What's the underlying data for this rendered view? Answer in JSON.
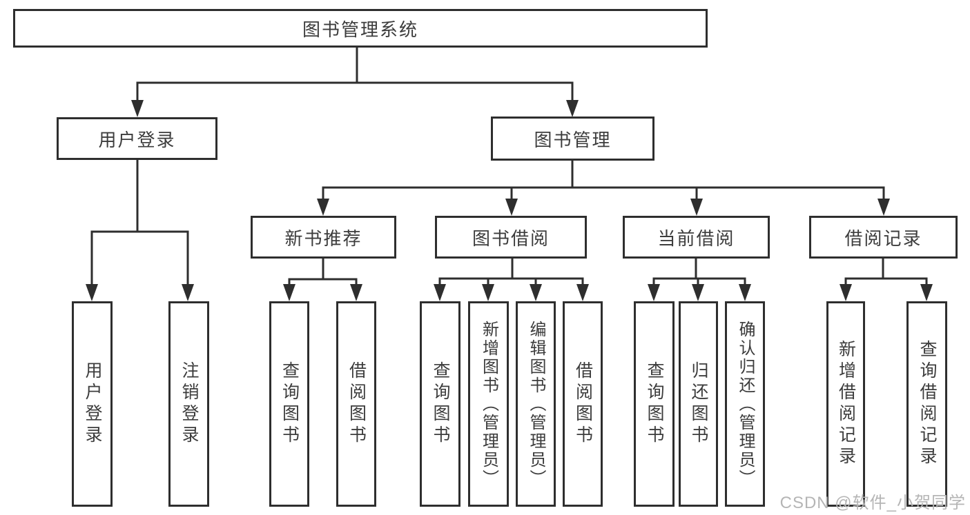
{
  "diagram": {
    "title_node": "图书管理系统",
    "root": {
      "label": "图书管理系统"
    },
    "branches": [
      {
        "label": "用户登录",
        "children": [
          {
            "label": "用户登录"
          },
          {
            "label": "注销登录"
          }
        ]
      },
      {
        "label": "图书管理",
        "children": [
          {
            "label": "新书推荐",
            "children": [
              {
                "label": "查询图书"
              },
              {
                "label": "借阅图书"
              }
            ]
          },
          {
            "label": "图书借阅",
            "children": [
              {
                "label": "查询图书"
              },
              {
                "label": "新增图书（管理员）"
              },
              {
                "label": "编辑图书（管理员）"
              },
              {
                "label": "借阅图书"
              }
            ]
          },
          {
            "label": "当前借阅",
            "children": [
              {
                "label": "查询图书"
              },
              {
                "label": "归还图书"
              },
              {
                "label": "确认归还（管理员）"
              }
            ]
          },
          {
            "label": "借阅记录",
            "children": [
              {
                "label": "新增借阅记录"
              },
              {
                "label": "查询借阅记录"
              }
            ]
          }
        ]
      }
    ],
    "colors": {
      "line": "#2e2e2e",
      "text": "#3c3c3c",
      "watermark": "#b5b5b5",
      "background": "#ffffff"
    },
    "watermark": "CSDN @软件_小贺同学"
  }
}
